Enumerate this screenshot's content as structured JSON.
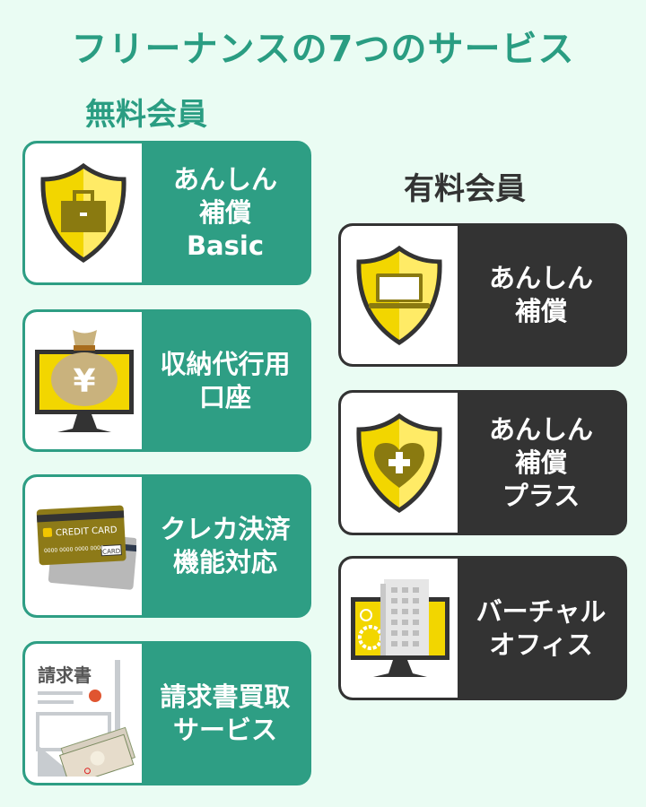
{
  "title": "フリーナンスの7つのサービス",
  "free_section": {
    "heading": "無料会員",
    "items": [
      {
        "lines": [
          "あんしん",
          "補償",
          "Basic"
        ],
        "icon": "shield-briefcase-icon"
      },
      {
        "lines": [
          "収納代行用",
          "口座"
        ],
        "icon": "monitor-yen-bag-icon"
      },
      {
        "lines": [
          "クレカ決済",
          "機能対応"
        ],
        "icon": "credit-card-icon",
        "card_text": "CREDIT CARD",
        "card_badge": "CARD"
      },
      {
        "lines": [
          "請求書買取",
          "サービス"
        ],
        "icon": "invoice-money-icon",
        "invoice_text": "請求書"
      }
    ]
  },
  "paid_section": {
    "heading": "有料会員",
    "items": [
      {
        "lines": [
          "あんしん",
          "補償"
        ],
        "icon": "shield-laptop-icon"
      },
      {
        "lines": [
          "あんしん",
          "補償",
          "プラス"
        ],
        "icon": "shield-heart-plus-icon"
      },
      {
        "lines": [
          "バーチャル",
          "オフィス"
        ],
        "icon": "monitor-building-icon"
      }
    ]
  },
  "colors": {
    "free": "#2e9e84",
    "paid": "#333333",
    "background": "#eafcf3",
    "yellow": "#f2d600"
  }
}
